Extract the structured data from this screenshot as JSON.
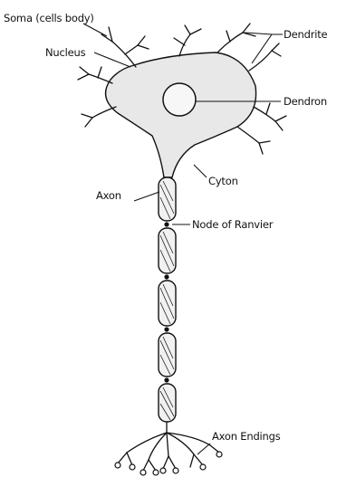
{
  "labels": {
    "soma": "Soma (cells body)",
    "nucleus": "Nucleus",
    "dendrite": "Dendrite",
    "dendron": "Dendron",
    "cyton": "Cyton",
    "axon": "Axon",
    "node_of_ranvier": "Node of Ranvier",
    "axon_endings": "Axon Endings"
  },
  "colors": {
    "ink": "#111111",
    "cell_body_fill": "#e8e8e8",
    "sheath_fill": "#f1f1f1"
  }
}
